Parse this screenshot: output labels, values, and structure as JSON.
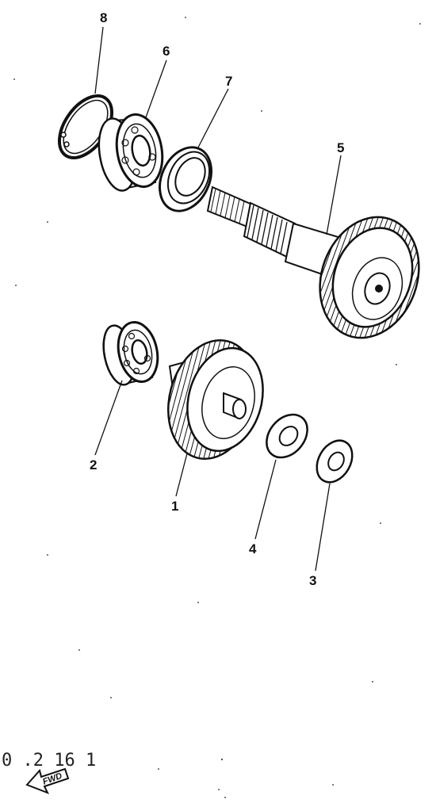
{
  "diagram": {
    "parts": [
      {
        "num": "1"
      },
      {
        "num": "2"
      },
      {
        "num": "3"
      },
      {
        "num": "4"
      },
      {
        "num": "5"
      },
      {
        "num": "6"
      },
      {
        "num": "7"
      },
      {
        "num": "8"
      }
    ],
    "reference_code": "0 .2 16 1",
    "direction_arrow_label": "FWD"
  }
}
